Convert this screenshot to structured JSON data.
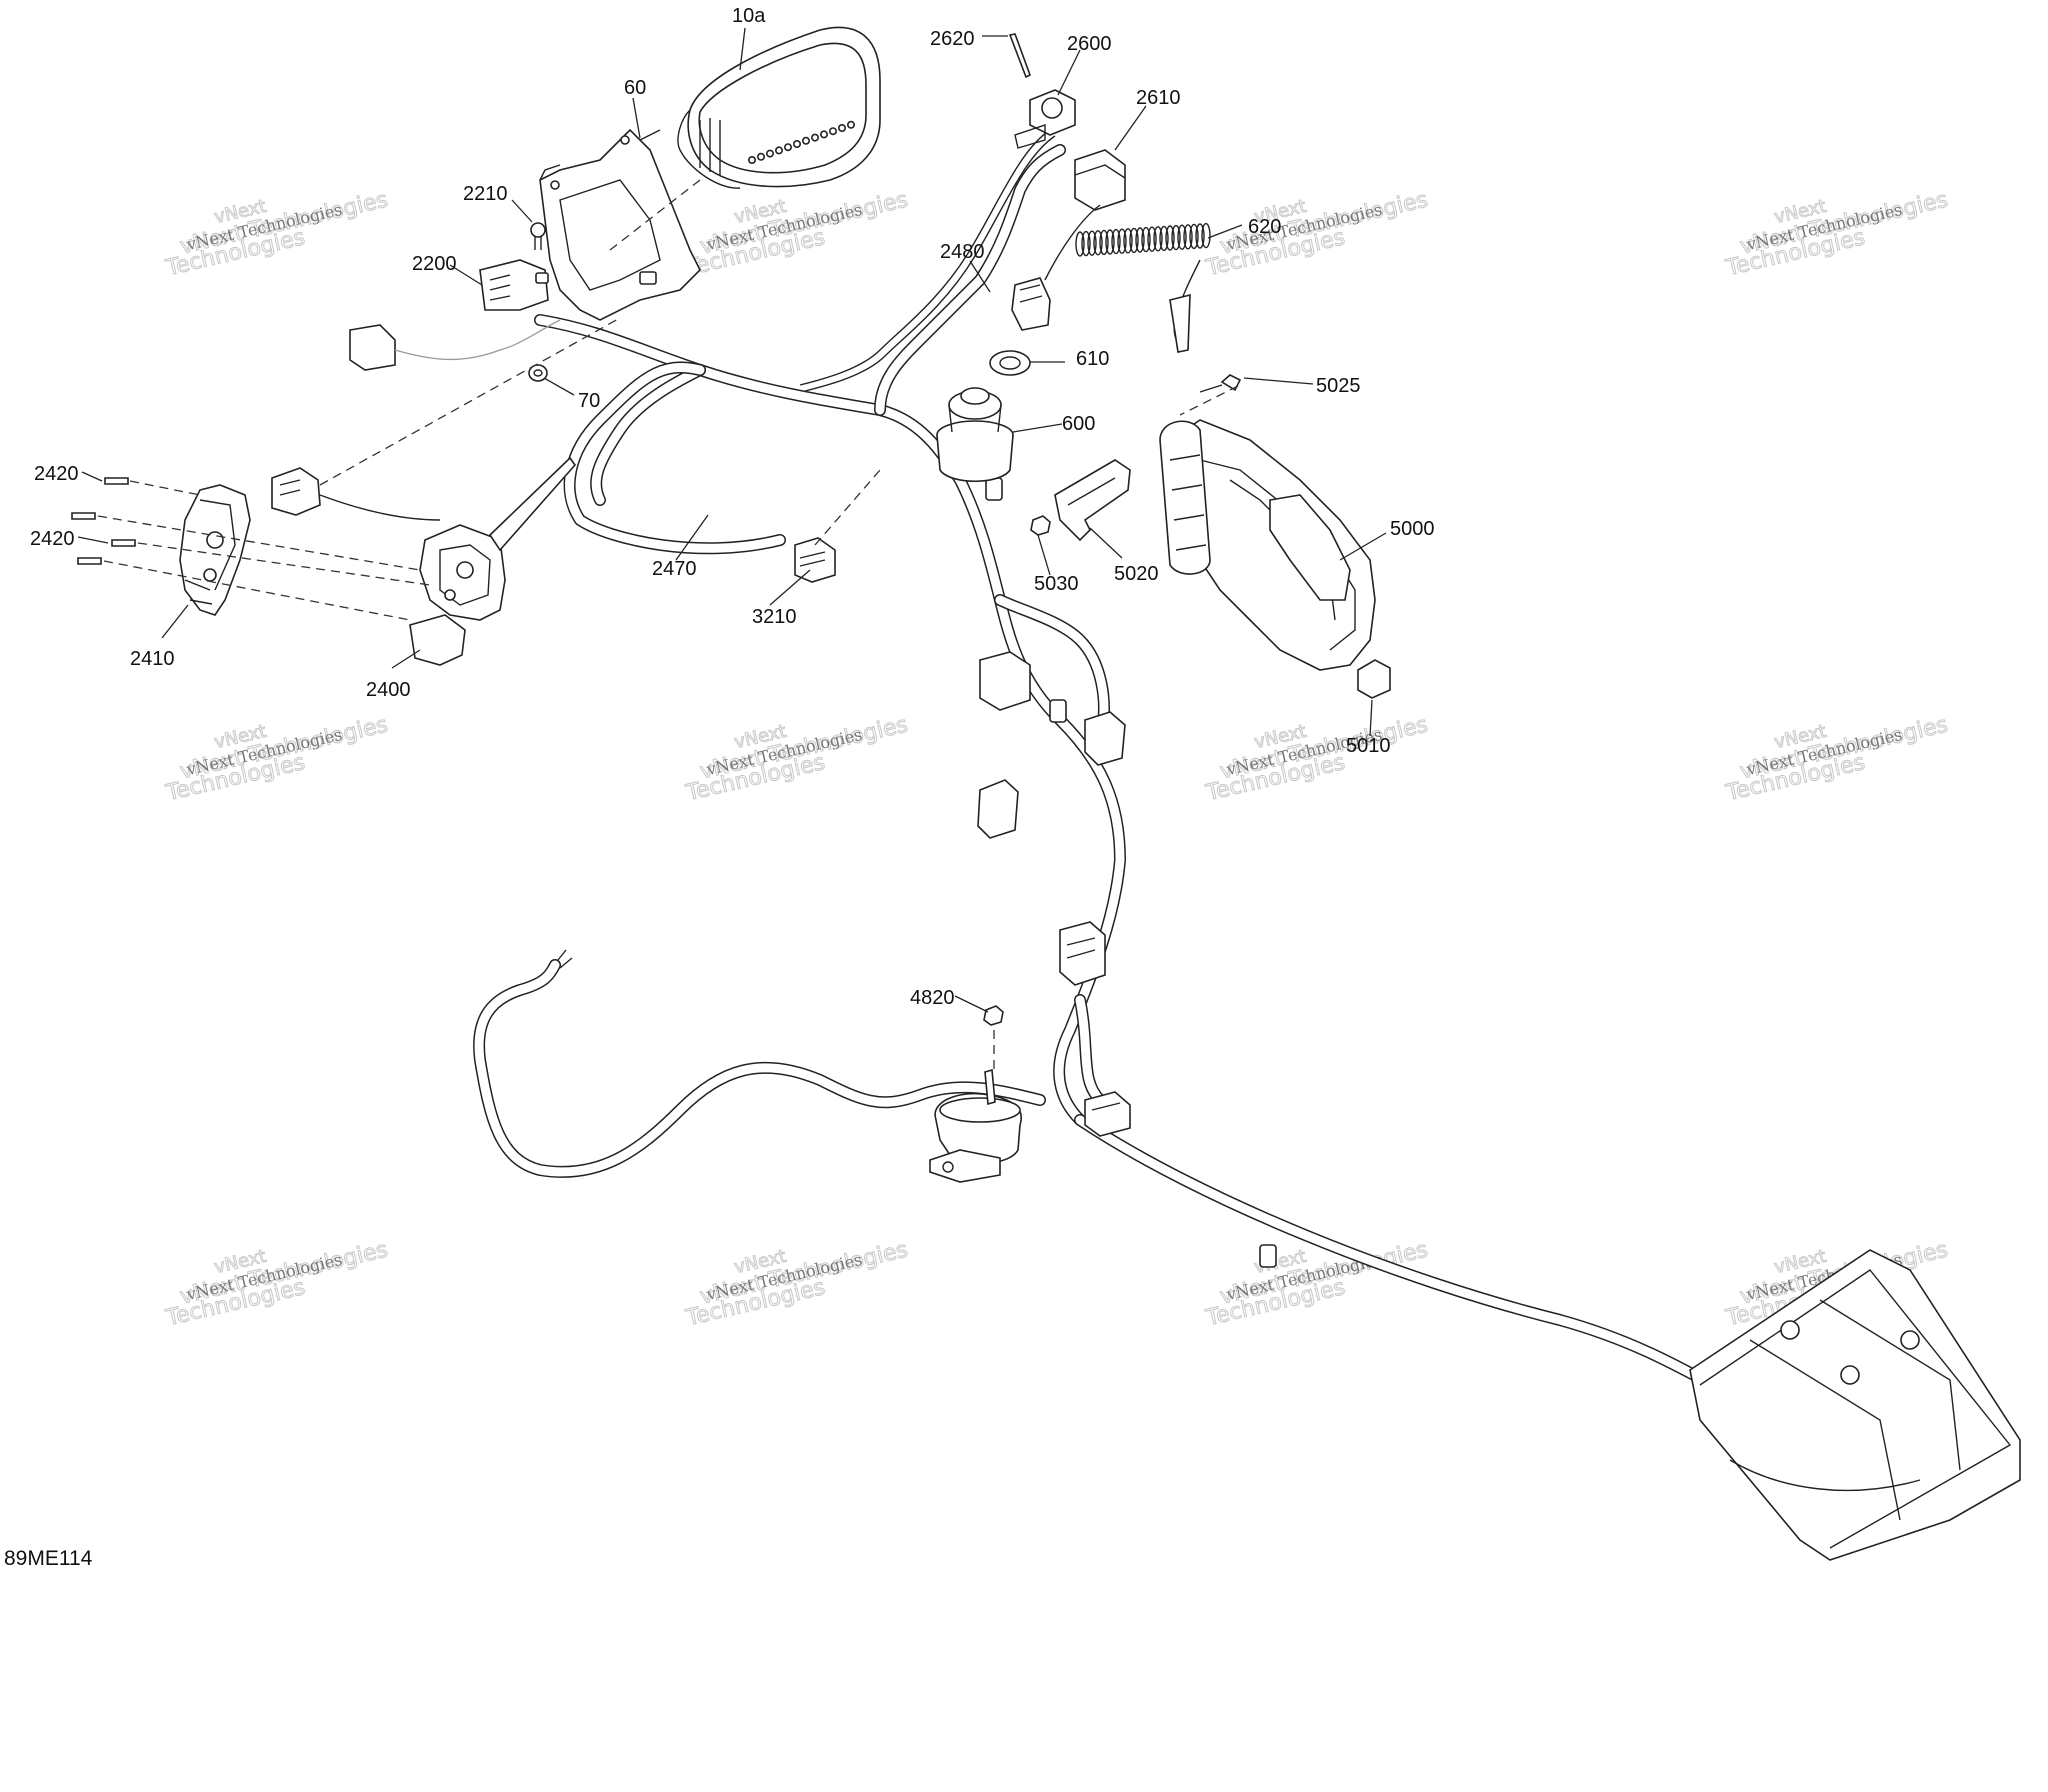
{
  "diagram": {
    "reference_code": "89ME114",
    "callouts": [
      {
        "id": "c-10a",
        "label": "10a"
      },
      {
        "id": "c-60",
        "label": "60"
      },
      {
        "id": "c-2210",
        "label": "2210"
      },
      {
        "id": "c-2200",
        "label": "2200"
      },
      {
        "id": "c-70",
        "label": "70"
      },
      {
        "id": "c-2620",
        "label": "2620"
      },
      {
        "id": "c-2600",
        "label": "2600"
      },
      {
        "id": "c-2610",
        "label": "2610"
      },
      {
        "id": "c-620",
        "label": "620"
      },
      {
        "id": "c-2480",
        "label": "2480"
      },
      {
        "id": "c-610",
        "label": "610"
      },
      {
        "id": "c-600",
        "label": "600"
      },
      {
        "id": "c-5025",
        "label": "5025"
      },
      {
        "id": "c-5000",
        "label": "5000"
      },
      {
        "id": "c-5020",
        "label": "5020"
      },
      {
        "id": "c-5030",
        "label": "5030"
      },
      {
        "id": "c-5010",
        "label": "5010"
      },
      {
        "id": "c-2420a",
        "label": "2420"
      },
      {
        "id": "c-2420b",
        "label": "2420"
      },
      {
        "id": "c-2410",
        "label": "2410"
      },
      {
        "id": "c-2400",
        "label": "2400"
      },
      {
        "id": "c-2470",
        "label": "2470"
      },
      {
        "id": "c-3210",
        "label": "3210"
      },
      {
        "id": "c-4820",
        "label": "4820"
      }
    ],
    "watermark": {
      "line1": "vNext Technologies",
      "line2": "Technologies",
      "line3": "vNext"
    }
  }
}
